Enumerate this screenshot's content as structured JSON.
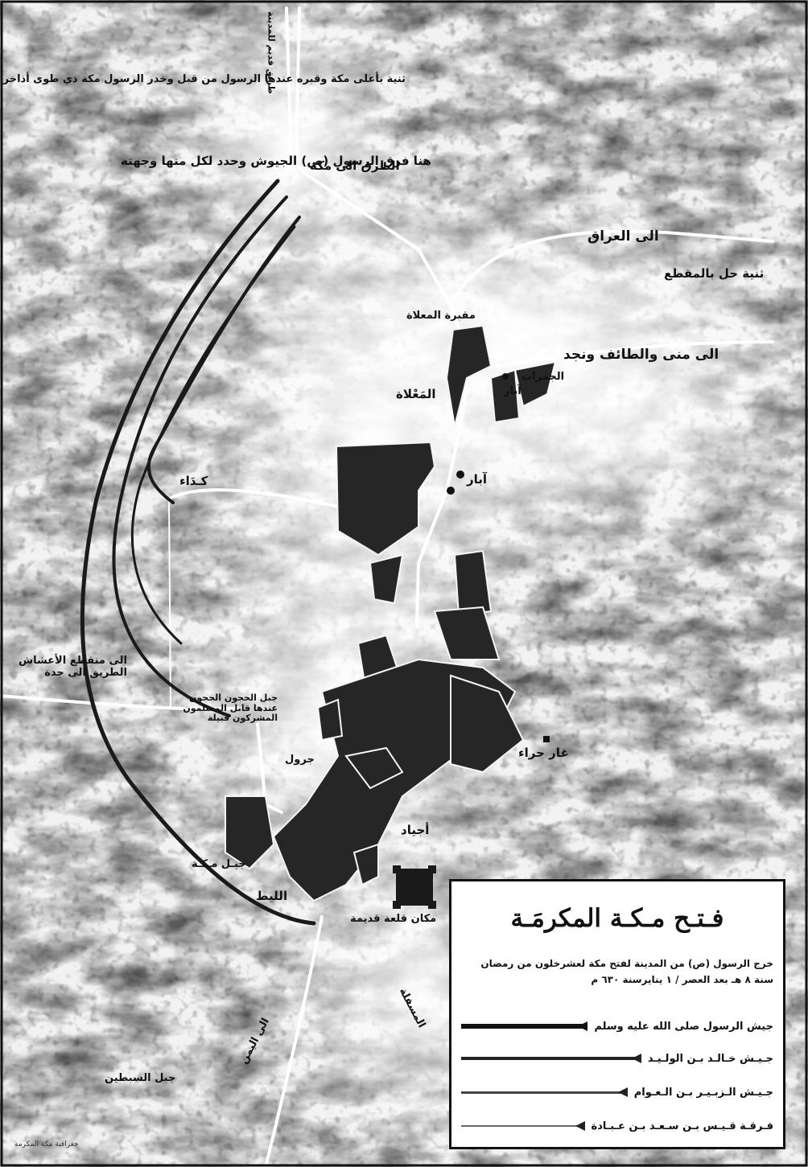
{
  "legend": {
    "title": "فـتـح مـكـة المكرمَـة",
    "description": "خرج الرسول (ص) من المدينة لفتح مكة لعشرخلون من رمضان سنة ٨ هـ بعد العصر / ١ ينايرسنة ٦٣٠ م",
    "items": [
      {
        "label": "جيش الرسول صلى الله عليه وسلم"
      },
      {
        "label": "جـيـش خـالـد بـن الولـيـد"
      },
      {
        "label": "جـيـش الـزبـيـر بـن الـعـوام"
      },
      {
        "label": "فـرقـة قـيـس بـن سـعـد بـن عـبـادة"
      }
    ]
  },
  "labels": {
    "thaniya_azakhir": "ثنية بأعلى مكة وقبره عندها الرسول من قبل وخدر الرسول مكة ذي طوى أذاخر",
    "split_note": "هنا فرق الرسول (ص) الجيوش وحدد لكل منها وجهته",
    "road_north": "الطرق الى مكة",
    "road_iraq": "الى العراق",
    "thaniya_maqta": "ثنية حل بالمقطع",
    "maqbara": "مقبرة المعلاة",
    "mina_taif": "الى منى والطائف ونجد",
    "jamarat": "الجمرات",
    "abar_small": "آبار",
    "mala": "المَعْلاة",
    "kadaa": "كـدَاء",
    "abar": "آبار",
    "road_ashaash": "الى منقطع الأعشاش الطريق الى جدة",
    "hajun": "جبل الحجون الحجون عندها قاتل المسلمون المشركون قبيلة",
    "jorol": "جرول",
    "hira": "غار حراء",
    "ajyad": "أجياد",
    "jabal_south": "جبـل مـكـة",
    "lit": "الليط",
    "qalaa": "مكان قلعة قديمة",
    "yemen": "الى اليمن",
    "mishfala": "المسفلة",
    "jabal_sw": "جبل السبطين",
    "vertical_road": "طريق قديم للمدينة",
    "credit": "جغرافية مكة المكرمة"
  },
  "icons": {
    "legend_arrow": "arrow-left-icon",
    "well": "well-dot-icon",
    "fortress": "fortress-icon",
    "cave": "cave-icon"
  }
}
